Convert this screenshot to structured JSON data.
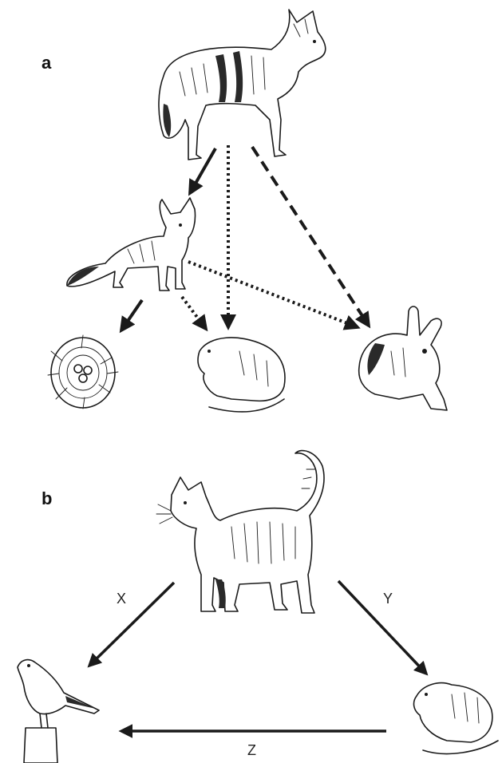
{
  "panels": {
    "a": {
      "label": "a"
    },
    "b": {
      "label": "b"
    }
  },
  "arrow_labels": {
    "x": "X",
    "y": "Y",
    "z": "Z"
  },
  "icons": {
    "coyote": "coyote-icon",
    "kit_fox": "kit-fox-icon",
    "nest": "bird-nest-icon",
    "rodent": "rodent-icon",
    "rabbit": "rabbit-icon",
    "cat": "cat-icon",
    "bird": "songbird-icon",
    "rat": "rat-icon"
  },
  "colors": {
    "ink": "#1a1a1a",
    "background": "#ffffff"
  }
}
